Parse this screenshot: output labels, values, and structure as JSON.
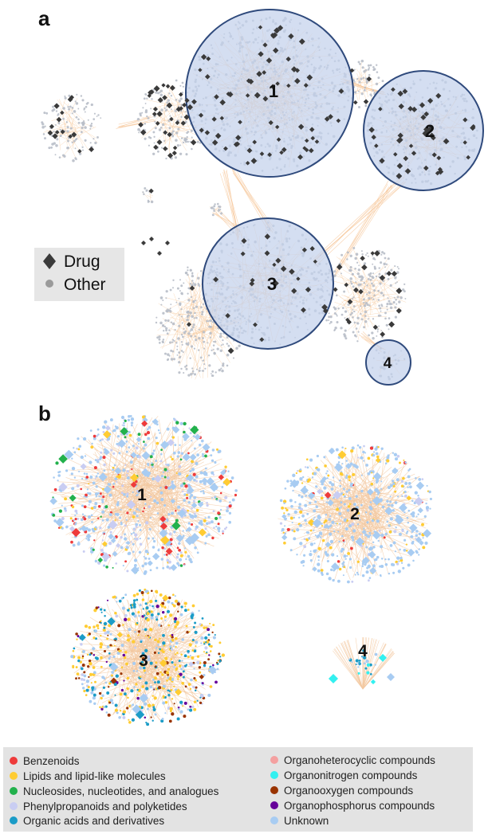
{
  "panel_a": {
    "letter": "a",
    "legend": [
      {
        "label": "Drug",
        "shape": "diamond",
        "color": "#3a3a3a"
      },
      {
        "label": "Other",
        "shape": "circle",
        "color": "#9a9a9a"
      }
    ],
    "clusters": [
      {
        "label": "1"
      },
      {
        "label": "2"
      },
      {
        "label": "3"
      },
      {
        "label": "4"
      }
    ],
    "colors": {
      "highlight_fill": "#c3d1ec",
      "highlight_stroke": "#2f4a7c",
      "edge": "#f6c79a",
      "node": "#b8bec8",
      "drug": "#3a3a3a"
    }
  },
  "panel_b": {
    "letter": "b",
    "clusters": [
      {
        "label": "1"
      },
      {
        "label": "2"
      },
      {
        "label": "3"
      },
      {
        "label": "4"
      }
    ],
    "legend_left": [
      {
        "label": "Benzenoids",
        "color": "#ee3b3b"
      },
      {
        "label": "Lipids and lipid-like molecules",
        "color": "#ffcc33"
      },
      {
        "label": "Nucleosides, nucleotides, and analogues",
        "color": "#22b14c"
      },
      {
        "label": "Phenylpropanoids and polyketides",
        "color": "#c9cdf2"
      },
      {
        "label": "Organic acids and derivatives",
        "color": "#1b9cc7"
      }
    ],
    "legend_right": [
      {
        "label": "Organoheterocyclic compounds",
        "color": "#f4a0a0"
      },
      {
        "label": "Organonitrogen compounds",
        "color": "#33f0f0"
      },
      {
        "label": "Organooxygen compounds",
        "color": "#993300"
      },
      {
        "label": "Organophosphorus compounds",
        "color": "#660099"
      },
      {
        "label": "Unknown",
        "color": "#a8ccf2"
      }
    ]
  }
}
